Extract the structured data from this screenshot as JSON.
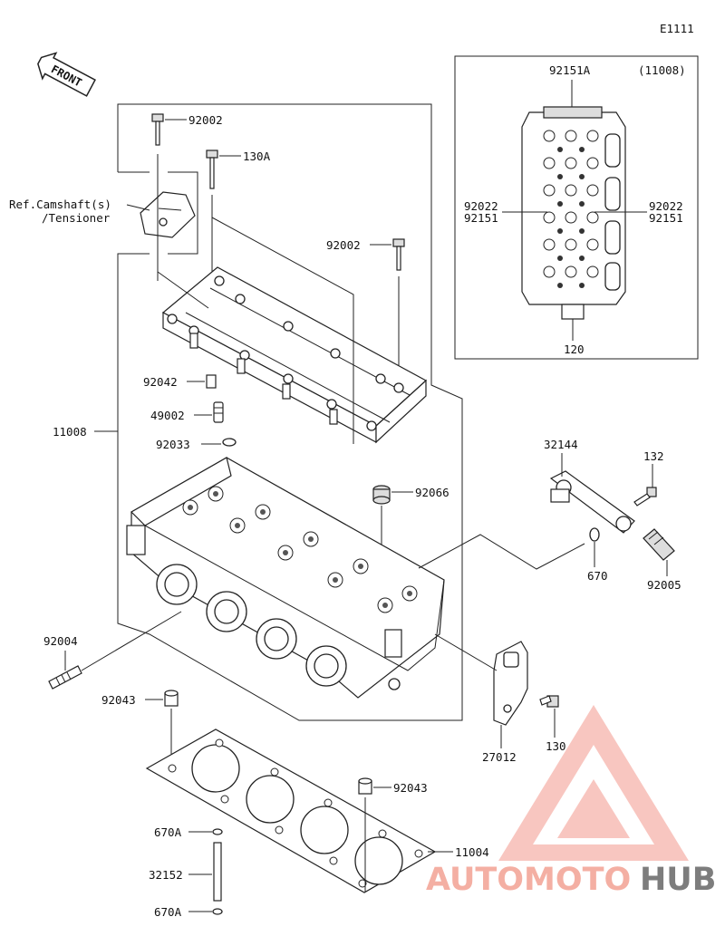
{
  "diagram_code": "E1111",
  "front_label": "FRONT",
  "ref_note": [
    "Ref.Camshaft(s)",
    "/Tensioner"
  ],
  "inset": {
    "assembly_ref": "(11008)",
    "top_label": "92151A",
    "bottom_label": "120",
    "left_labels": [
      "92022",
      "92151"
    ],
    "right_labels": [
      "92022",
      "92151"
    ]
  },
  "part_labels": {
    "p92002_top": "92002",
    "p130A": "130A",
    "p92002_right": "92002",
    "p92042": "92042",
    "p49002": "49002",
    "p92033": "92033",
    "p11008": "11008",
    "p92066": "92066",
    "p32144": "32144",
    "p132": "132",
    "p670": "670",
    "p92005": "92005",
    "p92004": "92004",
    "p92043_top": "92043",
    "p27012": "27012",
    "p130": "130",
    "p92043_mid": "92043",
    "p670A_top": "670A",
    "p11004": "11004",
    "p32152": "32152",
    "p670A_bottom": "670A"
  },
  "watermark": {
    "part1": "AUTOMOTO",
    "part2": "HUB",
    "color_light": "#f4a8a0",
    "color_mid": "#f0907e",
    "color_dark": "#6f6f6f"
  }
}
